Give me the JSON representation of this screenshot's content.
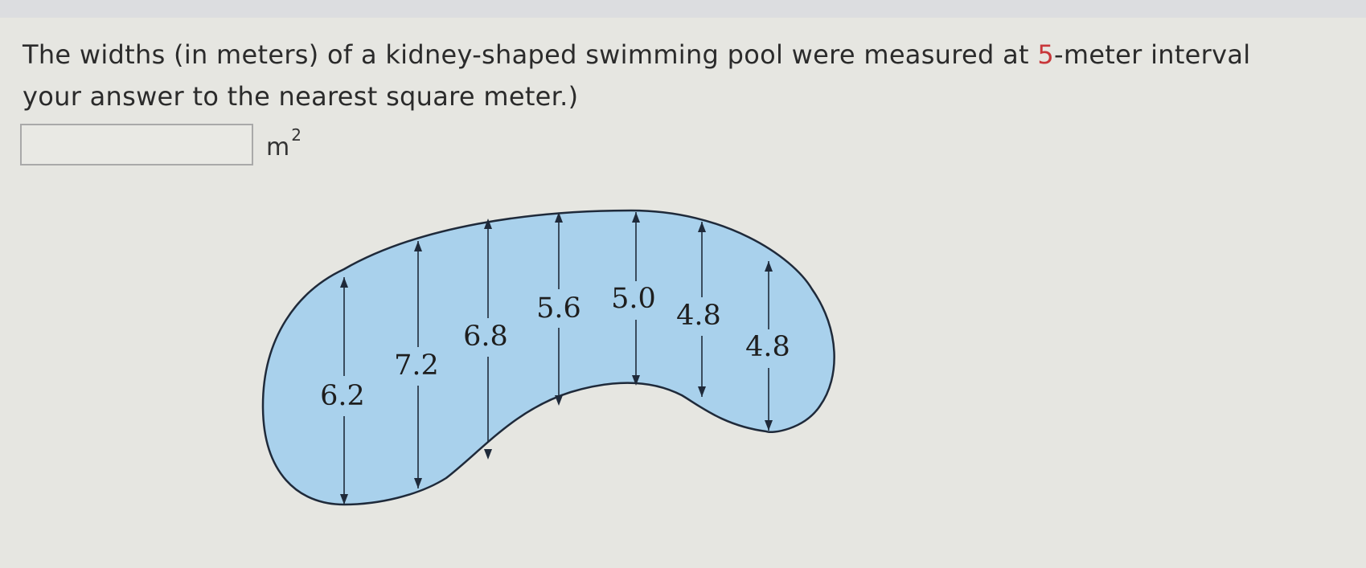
{
  "question": {
    "line1_before": "The widths (in meters) of a kidney-shaped swimming pool were measured at ",
    "line1_highlight": "5",
    "line1_after": "-meter interval",
    "line2": "your answer to the nearest square meter.)"
  },
  "answer": {
    "value": "",
    "unit": "m",
    "unit_exponent": "2"
  },
  "figure": {
    "widths": [
      "6.2",
      "7.2",
      "6.8",
      "5.6",
      "5.0",
      "4.8",
      "4.8"
    ],
    "pool_fill": "#a9d1ec",
    "outline_color": "#1f2a3a"
  }
}
